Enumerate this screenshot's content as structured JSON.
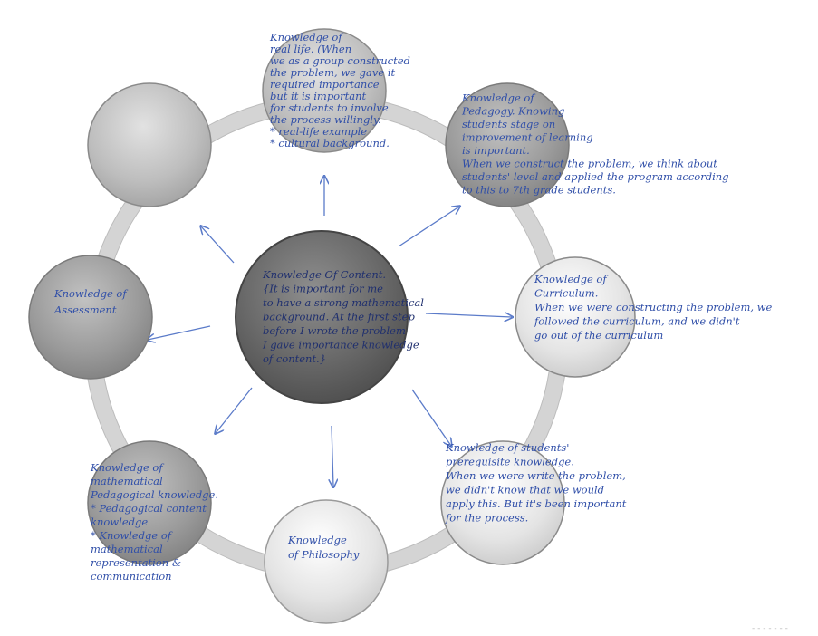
{
  "nodes": {
    "center": {
      "lines": [
        "Knowledge Of Content.",
        "{It is important for me",
        "to have a strong mathematical",
        "background. At the first step",
        "before I wrote the problem",
        "I gave importance knowledge",
        "of content.}"
      ]
    },
    "real_life": {
      "lines": [
        "Knowledge of",
        "real life. (When",
        "we as a group constructed",
        "the problem, we gave it",
        "required importance",
        "but it is important",
        "for students to involve",
        "the process willingly.",
        "* real-life example",
        "* cultural background."
      ]
    },
    "pedagogy": {
      "lines": [
        "Knowledge of",
        "Pedagogy. Knowing",
        "students stage on",
        "improvement of learning",
        "is important.",
        "When we construct the problem, we think about",
        "students' level and applied the program according",
        "to this to 7th grade students."
      ]
    },
    "curriculum": {
      "lines": [
        "Knowledge of",
        "Curriculum.",
        "When we were constructing the problem, we",
        "followed the curriculum, and we didn't",
        "go out of the curriculum"
      ]
    },
    "prerequisite": {
      "lines": [
        "Knowledge of students'",
        "prerequisite knowledge.",
        "When we were write the problem,",
        "we didn't know that we would",
        "apply this. But it's been important",
        "for the process."
      ]
    },
    "philosophy": {
      "lines": [
        "Knowledge",
        "of Philosophy"
      ]
    },
    "mathematical_pedagogical": {
      "lines": [
        "Knowledge of",
        "mathematical",
        "Pedagogical knowledge.",
        "* Pedagogical content",
        "knowledge",
        "* Knowledge of",
        "mathematical",
        "representation &",
        "communication"
      ]
    },
    "assessment": {
      "lines": [
        "Knowledge of",
        "Assessment"
      ]
    },
    "empty_top_left": {
      "lines": []
    }
  },
  "footer": {
    "faint_text": "- - - - - - -"
  }
}
